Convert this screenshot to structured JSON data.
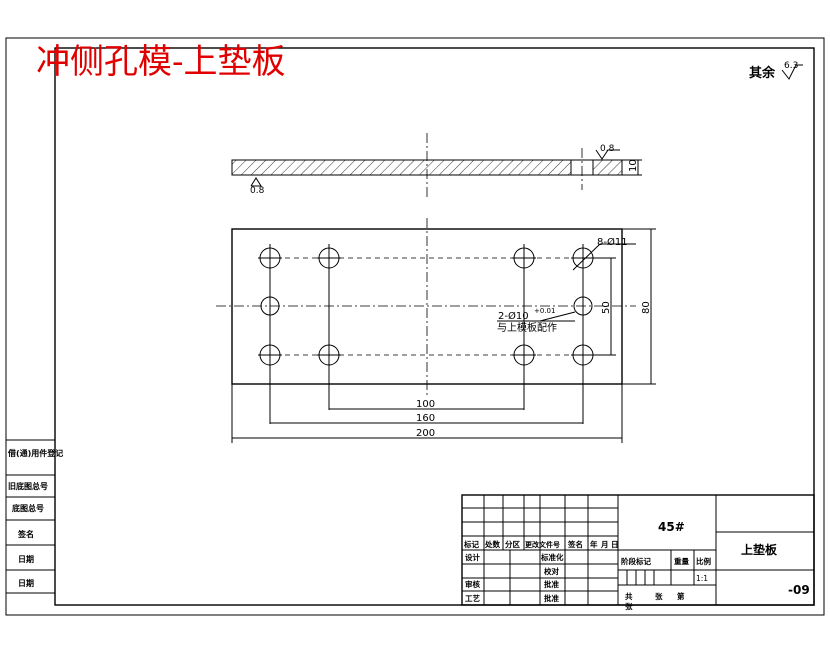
{
  "title": "冲侧孔模-上垫板",
  "roughness": {
    "default_label": "其余",
    "default_value": "6.3",
    "bottom_value": "0.8",
    "top_value": "0.8"
  },
  "dimensions": {
    "thickness": "10",
    "width_inner": "100",
    "width_mid": "160",
    "width_overall": "200",
    "height_holes": "50",
    "height_overall": "80",
    "holes_large": "8-Ø11",
    "holes_small": "2-Ø10",
    "holes_small_tol": "+0.01",
    "holes_small_note": "与上模板配作"
  },
  "left_strip": {
    "items": [
      "借(通)用件登记",
      "旧底图总号",
      "底图总号",
      "签名",
      "日期",
      "日期"
    ]
  },
  "title_block": {
    "material": "45#",
    "part_name": "上垫板",
    "drawing_no": "-09",
    "scale": "1:1",
    "row_labels": [
      "标记",
      "处数",
      "分区",
      "更改文件号",
      "签名",
      "年",
      "月",
      "日"
    ],
    "design": "设计",
    "standardize": "标准化",
    "proofread": "校对",
    "review": "审核",
    "craft": "工艺",
    "approve": "批准",
    "stage_mark": "阶段标记",
    "weight": "重量",
    "ratio": "比例",
    "sheets": "共",
    "sheet": "张",
    "nth": "第",
    "sheet_word": "张"
  }
}
